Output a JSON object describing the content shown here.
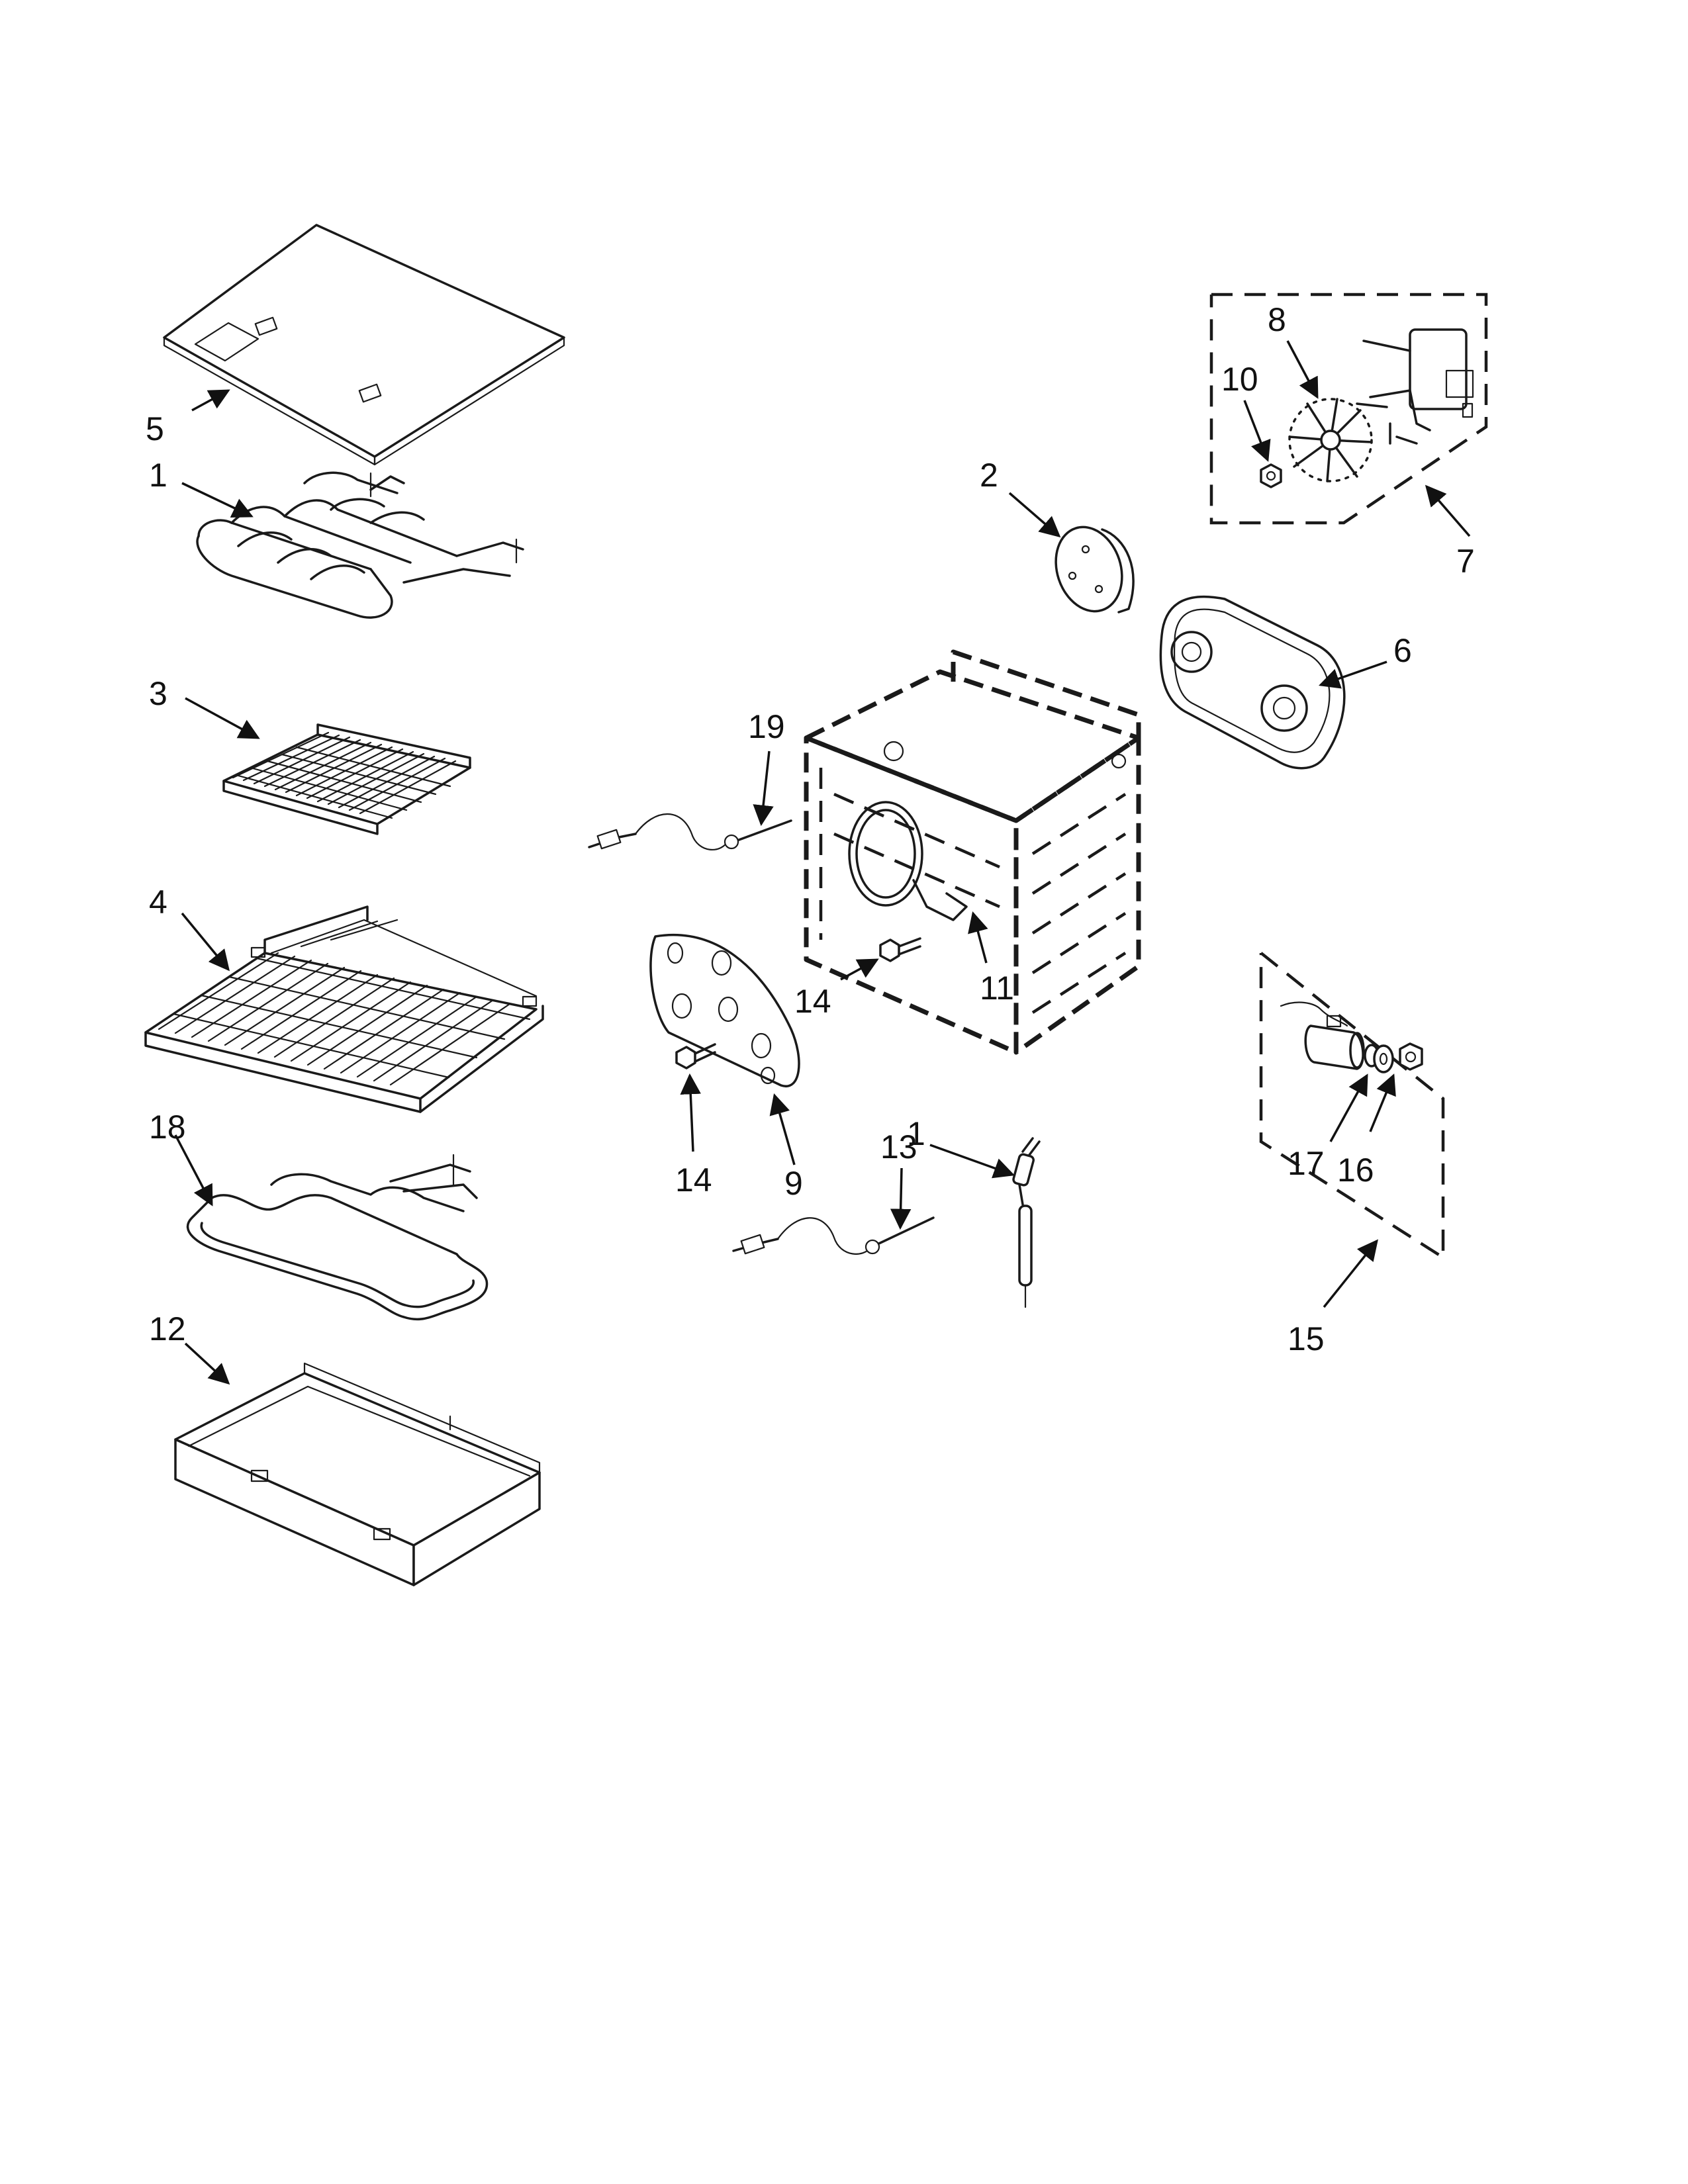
{
  "callouts": {
    "c1": "1",
    "c2": "2",
    "c3": "3",
    "c4": "4",
    "c5": "5",
    "c6": "6",
    "c7": "7",
    "c8": "8",
    "c9": "9",
    "c10": "10",
    "c11": "11",
    "c12": "12",
    "c13": "13",
    "c14a": "14",
    "c14b": "14",
    "c15": "15",
    "c16": "16",
    "c17": "17",
    "c18": "18",
    "c19": "19",
    "c1b": "1"
  }
}
